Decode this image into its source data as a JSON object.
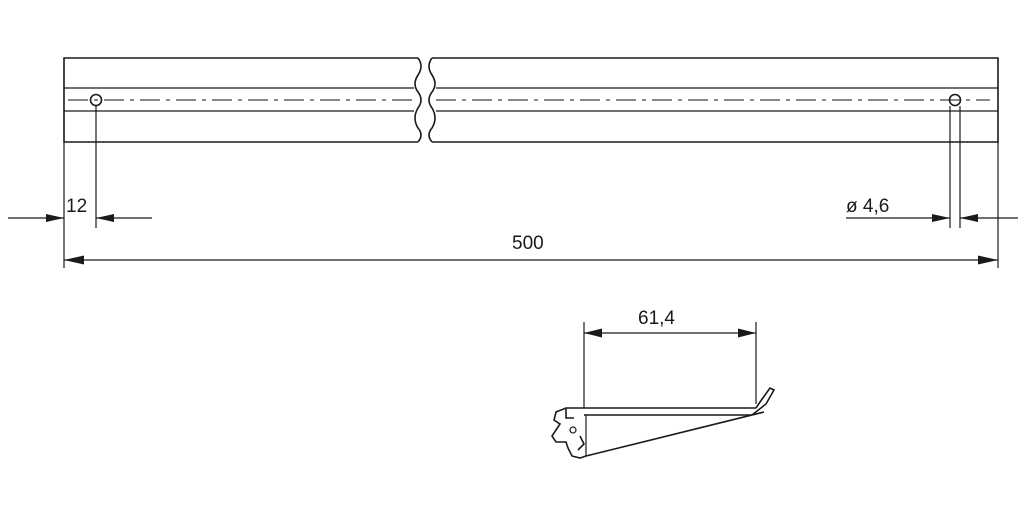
{
  "dimensions": {
    "hole_offset": "12",
    "hole_diameter": "ø 4,6",
    "total_length": "500",
    "bracket_depth": "61,4"
  }
}
